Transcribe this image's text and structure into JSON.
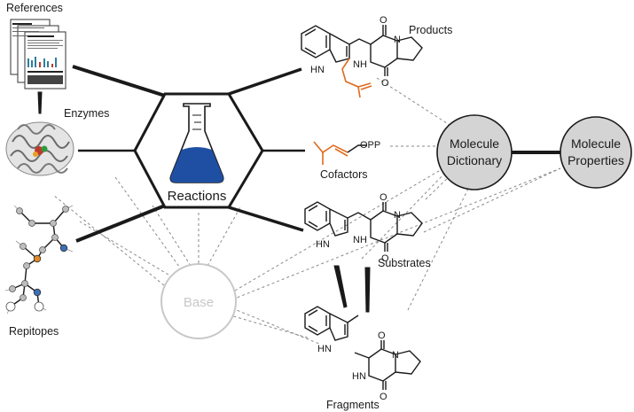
{
  "labels": {
    "references": "References",
    "enzymes": "Enzymes",
    "repitopes": "Repitopes",
    "reactions": "Reactions",
    "base": "Base",
    "products": "Products",
    "cofactors": "Cofactors",
    "substrates": "Substrates",
    "fragments": "Fragments",
    "molecule_dictionary_line1": "Molecule",
    "molecule_dictionary_line2": "Dictionary",
    "molecule_properties_line1": "Molecule",
    "molecule_properties_line2": "Properties",
    "opp": "OPP"
  },
  "atoms": {
    "hn": "HN",
    "nh": "NH",
    "n": "N",
    "o": "O"
  },
  "colors": {
    "flask_liquid": "#1f4fa3",
    "node_fill": "#d4d4d4",
    "base_fill": "#ffffff",
    "base_stroke": "#c8c8c8",
    "base_text": "#c8c8c8",
    "prenyl": "#e06a1e",
    "dashed": "#8a8a8a"
  },
  "icons": [
    "document-stack-icon",
    "protein-structure-icon",
    "molecule-graph-icon",
    "flask-icon"
  ]
}
